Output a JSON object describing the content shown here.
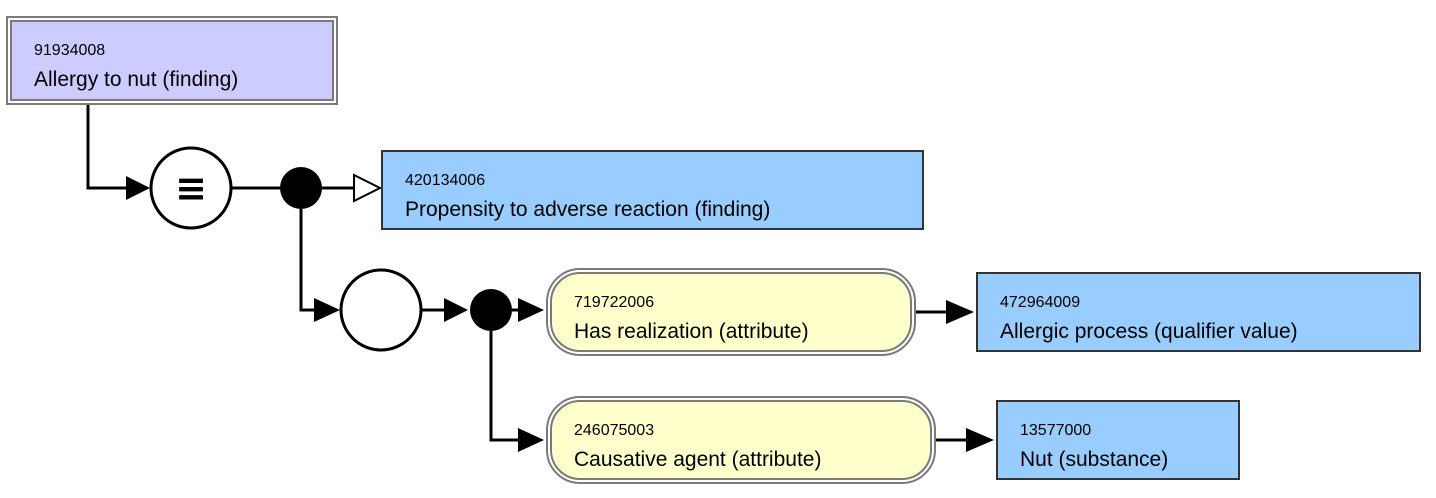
{
  "colors": {
    "defined_concept": "#ccccff",
    "primitive_concept": "#99ccff",
    "attribute": "#ffffcc",
    "line": "#000000"
  },
  "symbols": {
    "definition_status": "≡"
  },
  "nodes": {
    "focus": {
      "id": "91934008",
      "term": "Allergy to nut (finding)"
    },
    "parent": {
      "id": "420134006",
      "term": "Propensity to adverse reaction (finding)"
    },
    "attr1": {
      "id": "719722006",
      "term": "Has realization (attribute)"
    },
    "value1": {
      "id": "472964009",
      "term": "Allergic process (qualifier value)"
    },
    "attr2": {
      "id": "246075003",
      "term": "Causative agent (attribute)"
    },
    "value2": {
      "id": "13577000",
      "term": "Nut (substance)"
    }
  }
}
